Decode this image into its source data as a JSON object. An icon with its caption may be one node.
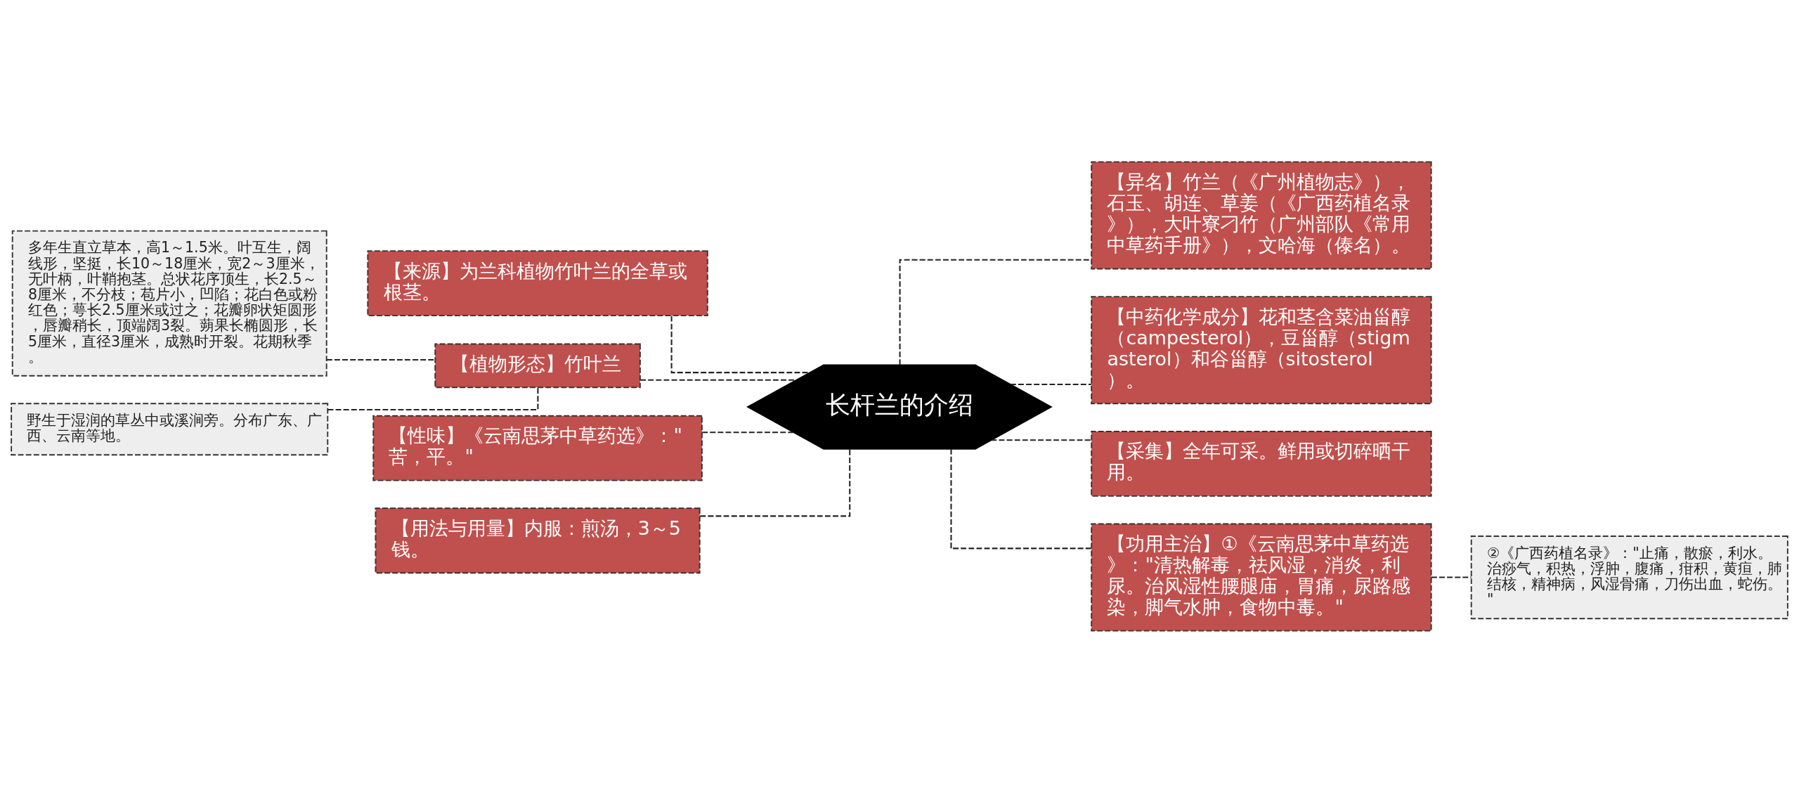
{
  "diagram": {
    "nodes": [
      {
        "text": [
          "长杆兰的介绍"
        ]
      },
      {
        "text": [
          "【来源】为兰科植物竹叶兰的全草或根茎。"
        ]
      },
      {
        "text": [
          "【植物形态】竹叶兰"
        ]
      },
      {
        "text": [
          "多年生直立草本，高1～1.5米。叶互生，阔线形，坚挺，长10～18厘米，宽2～3厘米，无叶柄，叶鞘抱茎。总状花序顶生，长2.5～8厘米，不分枝；苞片小，凹陷；花白色或粉红色；萼长2.5厘米或过之；花瓣卵状矩圆形，唇瓣稍长，顶端阔3裂。蒴果长椭圆形，长5厘米，直径3厘米，成熟时开裂。花期秋季。"
        ]
      },
      {
        "text": [
          "野生于湿润的草丛中或溪涧旁。分布广东、广西、云南等地。"
        ]
      },
      {
        "text": [
          "【性味】《云南思茅中草药选》：\"苦，平。\""
        ]
      },
      {
        "text": [
          "【用法与用量】内服：煎汤，3～5钱。"
        ]
      },
      {
        "text": [
          "【异名】竹兰（《广州植物志》），石玉、胡连、草姜（《广西药植名录》），大叶寮刁竹（广州部队《常用中草药手册》），文哈海（傣名）。"
        ]
      },
      {
        "text": [
          "【中药化学成分】花和茎含菜油甾醇（campesterol），豆甾醇（stigmasterol）和谷甾醇（sitosterol）。"
        ]
      },
      {
        "text": [
          "【采集】全年可采。鲜用或切碎晒干用。"
        ]
      },
      {
        "text": [
          "【功用主治】①《云南思茅中草药选》：\"清热解毒，祛风湿，消炎，利尿。治风湿性腰腿庙，胃痛，尿路感染，脚气水肿，食物中毒。\""
        ]
      },
      {
        "text": [
          "②《广西药植名录》：\"止痛，散瘀，利水。治痧气，积热，浮肿，腹痛，疳积，黄疸，肺结核，精神病，风湿骨痛，刀伤出血，蛇伤。\""
        ]
      }
    ],
    "edges": [
      {
        "from": 0,
        "to": 1,
        "arrow": "none",
        "style": "dashed"
      },
      {
        "from": 0,
        "to": 2,
        "arrow": "none",
        "style": "dashed"
      },
      {
        "from": 2,
        "to": 3,
        "arrow": "none",
        "style": "dashed"
      },
      {
        "from": 2,
        "to": 4,
        "arrow": "none",
        "style": "dashed"
      },
      {
        "from": 0,
        "to": 5,
        "arrow": "none",
        "style": "dashed"
      },
      {
        "from": 0,
        "to": 6,
        "arrow": "none",
        "style": "dashed"
      },
      {
        "from": 0,
        "to": 7,
        "arrow": "none",
        "style": "dashed"
      },
      {
        "from": 0,
        "to": 8,
        "arrow": "none",
        "style": "dashed"
      },
      {
        "from": 0,
        "to": 9,
        "arrow": "none",
        "style": "dashed"
      },
      {
        "from": 0,
        "to": 10,
        "arrow": "none",
        "style": "dashed"
      },
      {
        "from": 10,
        "to": 11,
        "arrow": "none",
        "style": "dashed"
      }
    ]
  }
}
